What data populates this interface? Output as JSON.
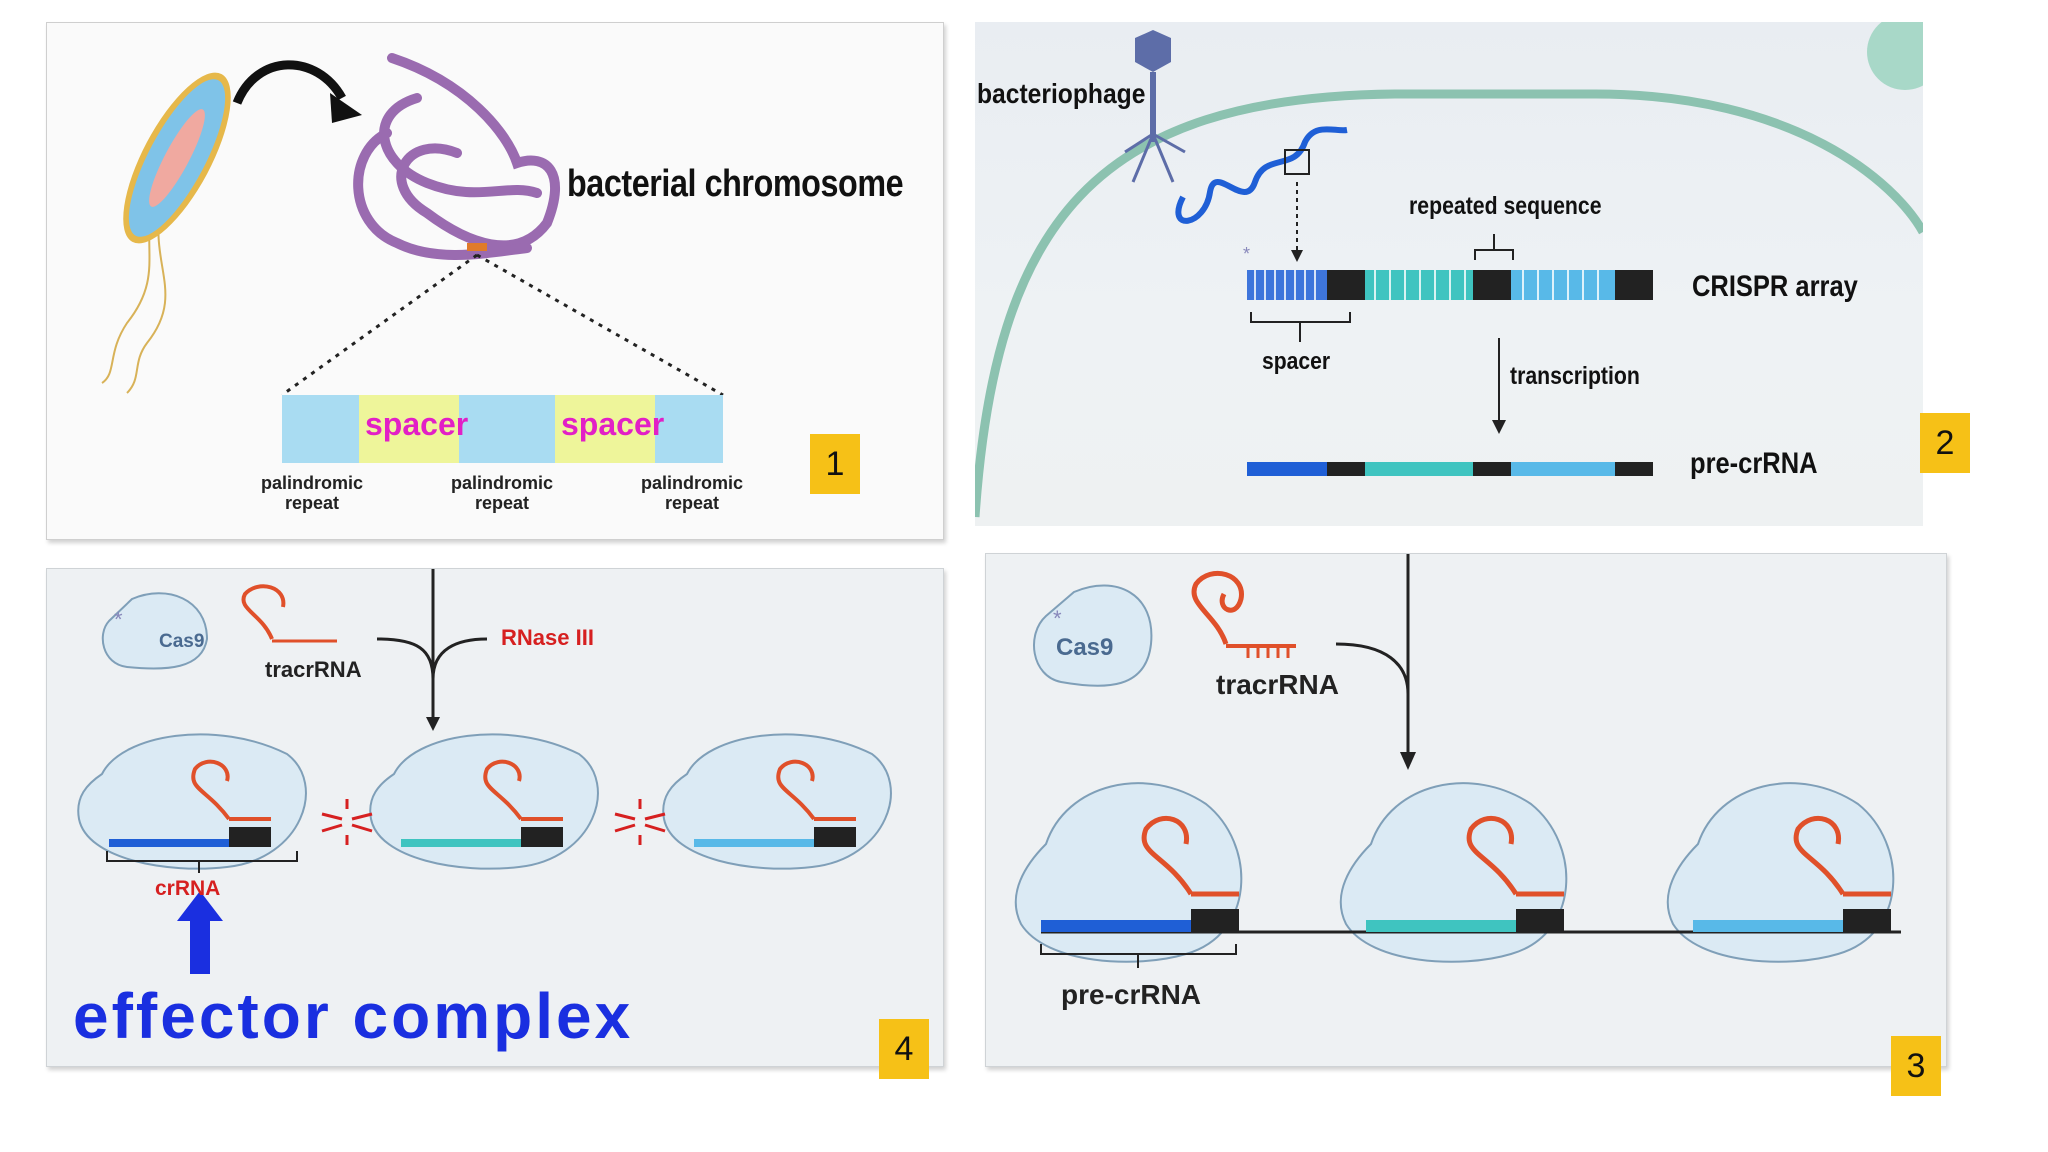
{
  "panel1": {
    "badge": "1",
    "chromosome_label": "bacterial chromosome",
    "spacer_labels": [
      "spacer",
      "spacer"
    ],
    "repeat_labels": [
      "palindromic\nrepeat",
      "palindromic\nrepeat",
      "palindromic\nrepeat"
    ]
  },
  "panel2": {
    "badge": "2",
    "bacteriophage": "bacteriophage",
    "repeated_sequence": "repeated sequence",
    "crispr_array": "CRISPR array",
    "spacer": "spacer",
    "transcription": "transcription",
    "pre_crrna": "pre-crRNA"
  },
  "panel3": {
    "badge": "3",
    "cas9": "Cas9",
    "tracrrna": "tracrRNA",
    "pre_crrna": "pre-crRNA"
  },
  "panel4": {
    "badge": "4",
    "cas9": "Cas9",
    "tracrrna": "tracrRNA",
    "rnase": "RNase III",
    "crrna": "crRNA",
    "effector_complex": "effector complex"
  },
  "colors": {
    "badge": "#f6c117",
    "spacer_text": "#e21fc6",
    "spacer_bg": "#eef59a",
    "repeat_bg": "#a9dcf2",
    "rna_orange": "#e0502a",
    "rnase_red": "#d62020",
    "effector_blue": "#1a2fe0",
    "cell_wall": "#8cc2b0"
  }
}
